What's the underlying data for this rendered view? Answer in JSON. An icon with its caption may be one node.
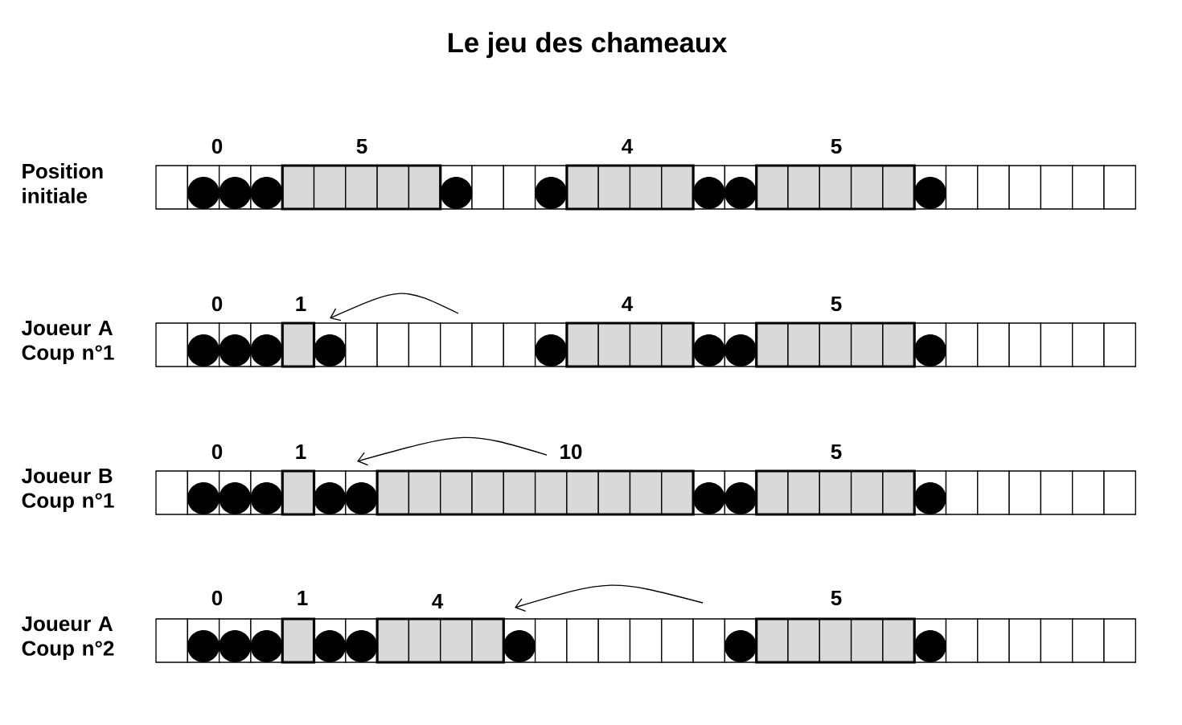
{
  "diagram": {
    "title": "Le jeu des chameaux",
    "labels": [
      "Position initiale",
      "0",
      "5",
      "4",
      "5",
      "Joueur A Coup n°1",
      "0",
      "1",
      "4",
      "5",
      "Joueur B Coup n°1",
      "0",
      "1",
      "10",
      "5",
      "Joueur A Coup n°2",
      "0",
      "1",
      "4",
      "5"
    ]
  }
}
